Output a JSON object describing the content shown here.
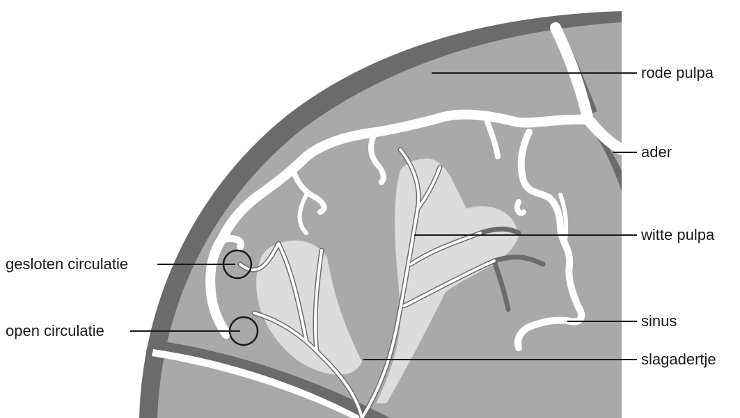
{
  "labels": {
    "rode_pulpa": "rode pulpa",
    "ader": "ader",
    "witte_pulpa": "witte pulpa",
    "sinus": "sinus",
    "slagadertje": "slagadertje",
    "gesloten_circulatie": "gesloten circulatie",
    "open_circulatie": "open circulatie"
  },
  "colors": {
    "capsule": "#6b6b6b",
    "red_pulp": "#a9a9a9",
    "white_pulp": "#dcdcdc",
    "vessel": "#ffffff",
    "leader_line": "#1a1a1a"
  }
}
